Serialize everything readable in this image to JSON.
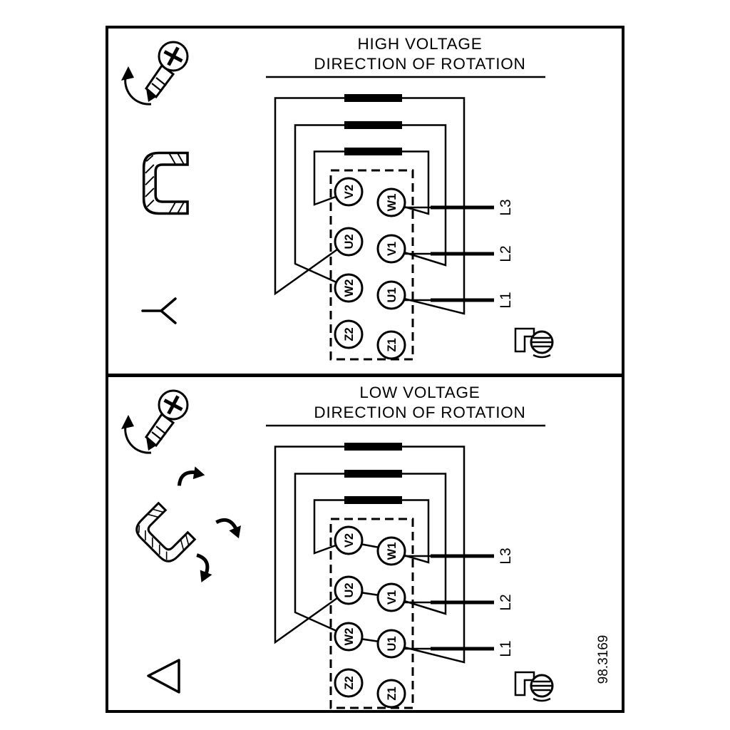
{
  "figure_number": "98.3169",
  "panels": [
    {
      "title_line1": "HIGH VOLTAGE",
      "title_line2": "DIRECTION OF ROTATION",
      "connection_type": "star",
      "terminals_left": [
        "V2",
        "U2",
        "W2",
        "Z2"
      ],
      "terminals_right": [
        "W1",
        "V1",
        "U1",
        "Z1"
      ],
      "line_labels": [
        "L3",
        "L2",
        "L1"
      ]
    },
    {
      "title_line1": "LOW VOLTAGE",
      "title_line2": "DIRECTION OF ROTATION",
      "connection_type": "delta",
      "terminals_left": [
        "V2",
        "U2",
        "W2",
        "Z2"
      ],
      "terminals_right": [
        "W1",
        "V1",
        "U1",
        "Z1"
      ],
      "line_labels": [
        "L3",
        "L2",
        "L1"
      ]
    }
  ],
  "icons": {
    "screw_rotation": "screw-rotation-icon",
    "terminal_link": "terminal-link-icon",
    "terminal_links_delta": "terminal-links-delta-icon",
    "star_symbol": "star-connection-icon",
    "delta_symbol": "delta-connection-icon",
    "screw_terminal": "screw-terminal-icon"
  }
}
